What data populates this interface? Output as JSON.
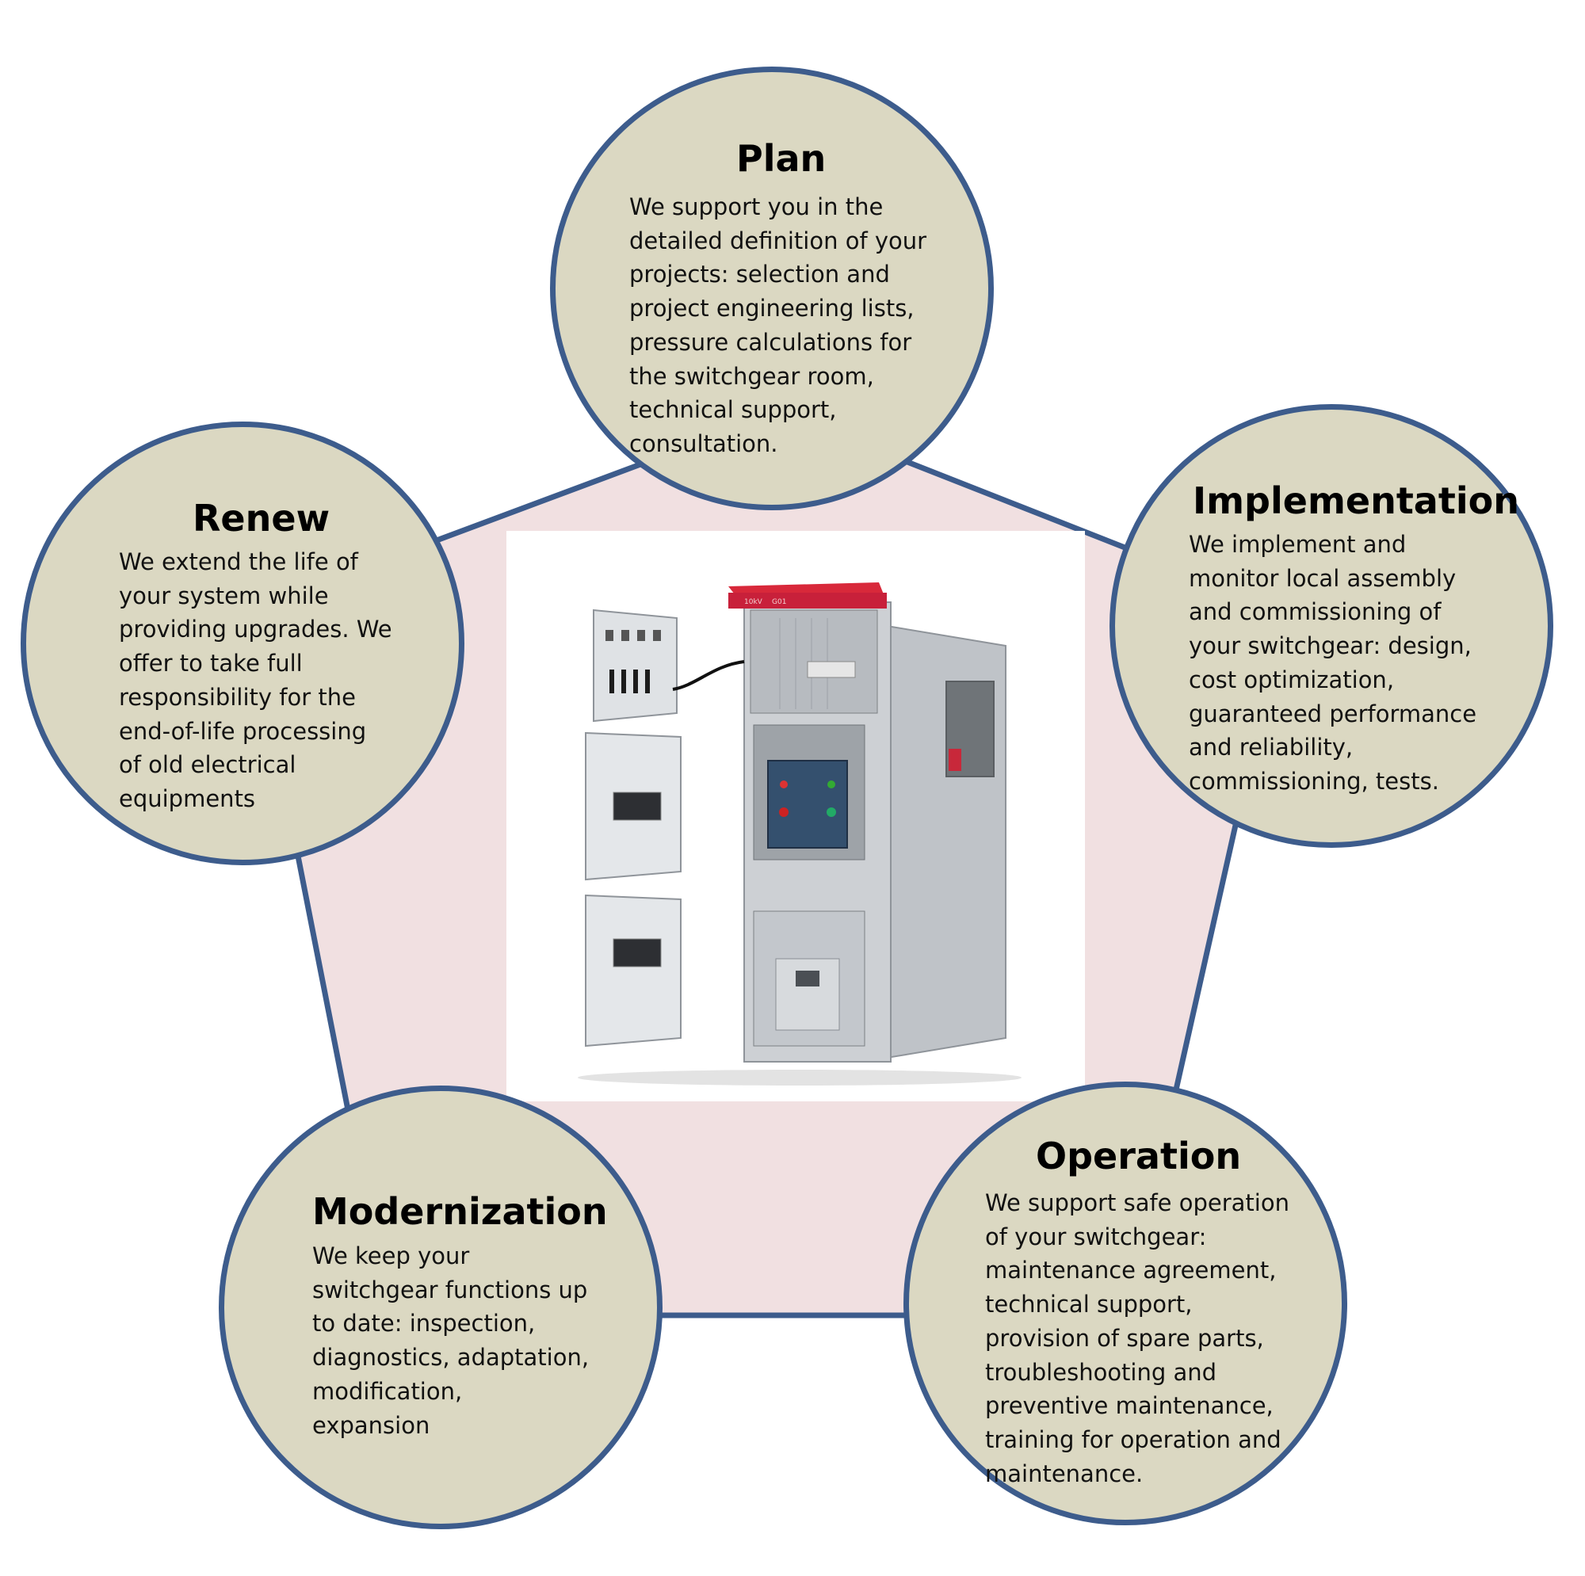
{
  "colors": {
    "background": "#ffffff",
    "pentagon_fill": "#f1e0e1",
    "pentagon_stroke": "#3d5c8c",
    "circle_fill": "#dbd8c2",
    "circle_border": "#3d5c8c",
    "cabinet_metal": "#c9ccd1",
    "cabinet_top": "#d8283a"
  },
  "center_image": {
    "icon": "switchgear-cabinet-photo"
  },
  "stages": {
    "plan": {
      "title": "Plan",
      "lines": [
        "We support you in the",
        "detailed definition of your",
        "projects: selection and",
        "project engineering lists,",
        "pressure calculations for",
        "the switchgear room,",
        "technical support,",
        "consultation."
      ]
    },
    "implementation": {
      "title": "Implementation",
      "lines": [
        "We implement and",
        "monitor local assembly",
        "and commissioning of",
        "your switchgear: design,",
        "cost optimization,",
        "guaranteed performance",
        "and reliability,",
        "commissioning, tests."
      ]
    },
    "operation": {
      "title": "Operation",
      "lines": [
        "We support safe operation",
        "of your switchgear:",
        "maintenance agreement,",
        "technical support,",
        "provision of spare parts,",
        "troubleshooting and",
        "preventive maintenance,",
        "training for operation and",
        "maintenance."
      ]
    },
    "modernization": {
      "title": "Modernization",
      "lines": [
        "We keep your",
        "switchgear functions up",
        "to date: inspection,",
        "diagnostics, adaptation,",
        "modification,",
        "expansion"
      ]
    },
    "renew": {
      "title": "Renew",
      "lines": [
        "We extend the life of",
        "your system while",
        "providing upgrades. We",
        "offer to take full",
        "responsibility for the",
        "end-of-life processing",
        "of old electrical",
        "equipments"
      ]
    }
  }
}
